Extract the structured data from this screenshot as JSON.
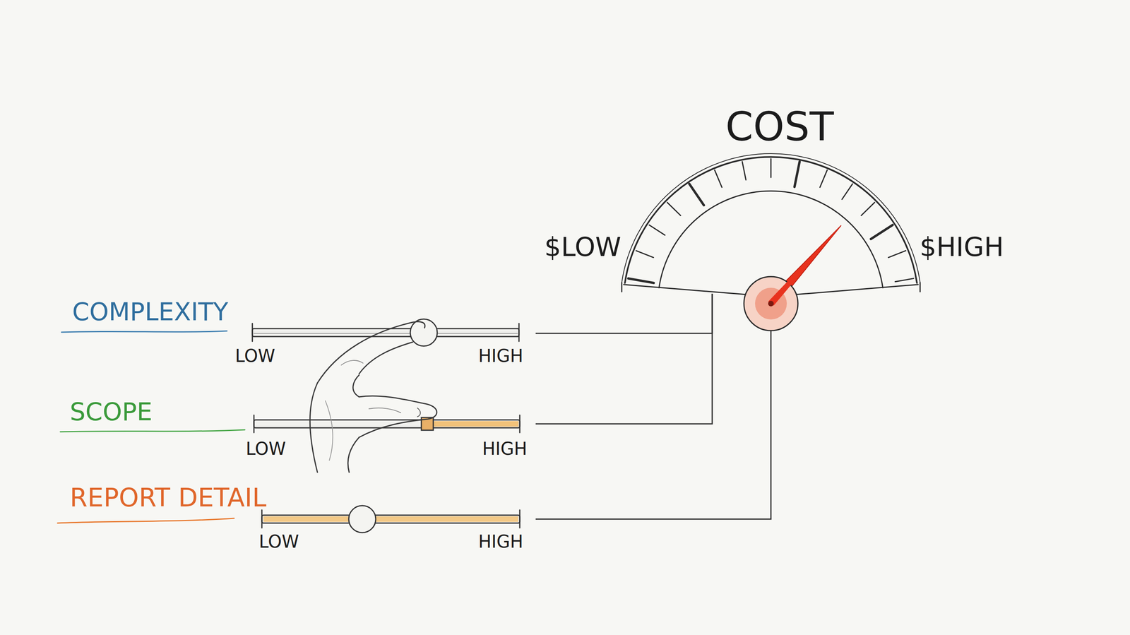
{
  "diagram": {
    "nodes": [
      {
        "text": [
          "COMPLEXITY",
          "LOW",
          "HIGH"
        ]
      },
      {
        "text": [
          "SCOPE",
          "LOW",
          "HIGH"
        ]
      },
      {
        "text": [
          "REPORT DETAIL",
          "LOW",
          "HIGH"
        ]
      },
      {
        "text": [
          "COST",
          "$LOW",
          "$HIGH"
        ]
      }
    ],
    "edges": [
      {
        "from": 0,
        "to": 3,
        "arrow": "none"
      },
      {
        "from": 1,
        "to": 3,
        "arrow": "none"
      },
      {
        "from": 2,
        "to": 3,
        "arrow": "none"
      }
    ]
  }
}
